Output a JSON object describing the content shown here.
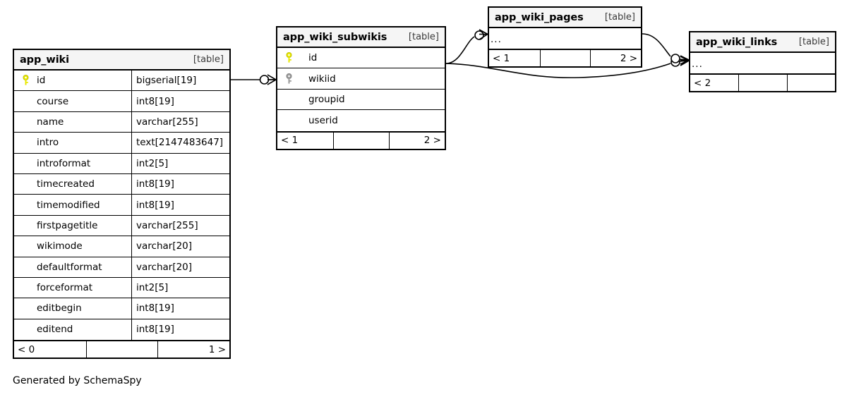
{
  "diagram": {
    "type": "entity-relationship-diagram",
    "generator_caption": "Generated by SchemaSpy",
    "table_kind_label": "[table]",
    "ellipsis": "...",
    "colors": {
      "primary_key": "#e8e800",
      "foreign_key": "#9a9a9a",
      "table_border": "#000000",
      "header_background": "#f5f5f5",
      "page_background": "#ffffff",
      "line": "#000000"
    }
  },
  "tables": [
    {
      "id": "app_wiki",
      "name": "app_wiki",
      "kind": "[table]",
      "columns": [
        {
          "key": "primary",
          "name": "id",
          "type": "bigserial[19]"
        },
        {
          "key": "none",
          "name": "course",
          "type": "int8[19]"
        },
        {
          "key": "none",
          "name": "name",
          "type": "varchar[255]"
        },
        {
          "key": "none",
          "name": "intro",
          "type": "text[2147483647]"
        },
        {
          "key": "none",
          "name": "introformat",
          "type": "int2[5]"
        },
        {
          "key": "none",
          "name": "timecreated",
          "type": "int8[19]"
        },
        {
          "key": "none",
          "name": "timemodified",
          "type": "int8[19]"
        },
        {
          "key": "none",
          "name": "firstpagetitle",
          "type": "varchar[255]"
        },
        {
          "key": "none",
          "name": "wikimode",
          "type": "varchar[20]"
        },
        {
          "key": "none",
          "name": "defaultformat",
          "type": "varchar[20]"
        },
        {
          "key": "none",
          "name": "forceformat",
          "type": "int2[5]"
        },
        {
          "key": "none",
          "name": "editbegin",
          "type": "int8[19]"
        },
        {
          "key": "none",
          "name": "editend",
          "type": "int8[19]"
        }
      ],
      "footer": {
        "left": "< 0",
        "middle": "",
        "right": "1 >"
      }
    },
    {
      "id": "app_wiki_subwikis",
      "name": "app_wiki_subwikis",
      "kind": "[table]",
      "columns": [
        {
          "key": "primary",
          "name": "id",
          "type": ""
        },
        {
          "key": "foreign",
          "name": "wikiid",
          "type": ""
        },
        {
          "key": "none",
          "name": "groupid",
          "type": ""
        },
        {
          "key": "none",
          "name": "userid",
          "type": ""
        }
      ],
      "footer": {
        "left": "< 1",
        "middle": "",
        "right": "2 >"
      }
    },
    {
      "id": "app_wiki_pages",
      "name": "app_wiki_pages",
      "kind": "[table]",
      "columns": [
        {
          "key": "none",
          "name": "...",
          "type": ""
        }
      ],
      "footer": {
        "left": "< 1",
        "middle": "",
        "right": "2 >"
      }
    },
    {
      "id": "app_wiki_links",
      "name": "app_wiki_links",
      "kind": "[table]",
      "columns": [
        {
          "key": "none",
          "name": "...",
          "type": ""
        }
      ],
      "footer": {
        "left": "< 2",
        "middle": "",
        "right": ""
      }
    }
  ],
  "relationships": [
    {
      "from": "app_wiki",
      "to": "app_wiki_subwikis",
      "from_cardinality": "zero-or-one",
      "to_cardinality": "many"
    },
    {
      "from": "app_wiki_subwikis",
      "to": "app_wiki_pages",
      "from_cardinality": "zero-or-one",
      "to_cardinality": "many"
    },
    {
      "from": "app_wiki_subwikis",
      "to": "app_wiki_links",
      "from_cardinality": "zero-or-one",
      "to_cardinality": "many"
    },
    {
      "from": "app_wiki_pages",
      "to": "app_wiki_links",
      "from_cardinality": "zero-or-one",
      "to_cardinality": "many"
    }
  ]
}
